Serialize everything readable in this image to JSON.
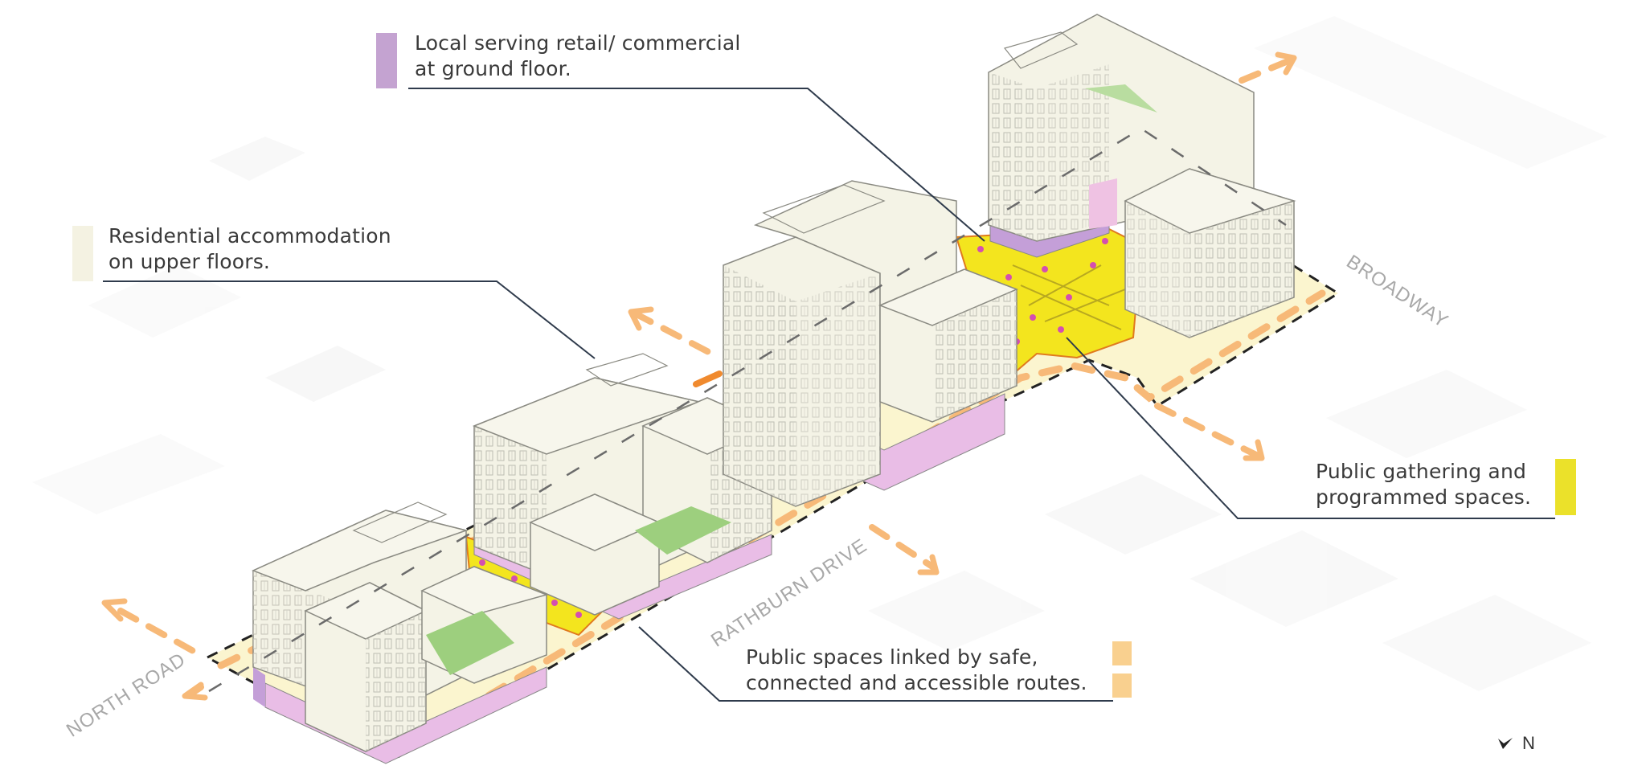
{
  "callouts": {
    "retail": {
      "line1": "Local serving retail/ commercial",
      "line2": "at ground floor.",
      "swatch_color": "#c4a3d1"
    },
    "residential": {
      "line1": "Residential accommodation",
      "line2": "on upper floors.",
      "swatch_color": "#f4f2e2"
    },
    "public_gathering": {
      "line1": "Public gathering and",
      "line2": "programmed spaces.",
      "swatch_color": "#ebe12a"
    },
    "public_routes": {
      "line1": "Public spaces linked by safe,",
      "line2": "connected and accessible routes.",
      "swatch_color": "#f9d08f"
    }
  },
  "streets": {
    "north_road": "NORTH ROAD",
    "rathburn_drive": "RATHBURN DRIVE",
    "broadway": "BROADWAY"
  },
  "compass": {
    "label": "N",
    "icon": "north-arrow-icon"
  },
  "colors": {
    "building": "#f4f3e6",
    "building_stroke": "#8a8a82",
    "retail_ground": "#e9bde6",
    "retail_accent": "#c49fd8",
    "public_yellow": "#f3e51e",
    "route_band": "#fbf5cf",
    "route_dash": "#f7b978",
    "courtyard": "#9dcf7e",
    "leader_line": "#2f3b4c",
    "street_label": "#a8a8a8"
  }
}
